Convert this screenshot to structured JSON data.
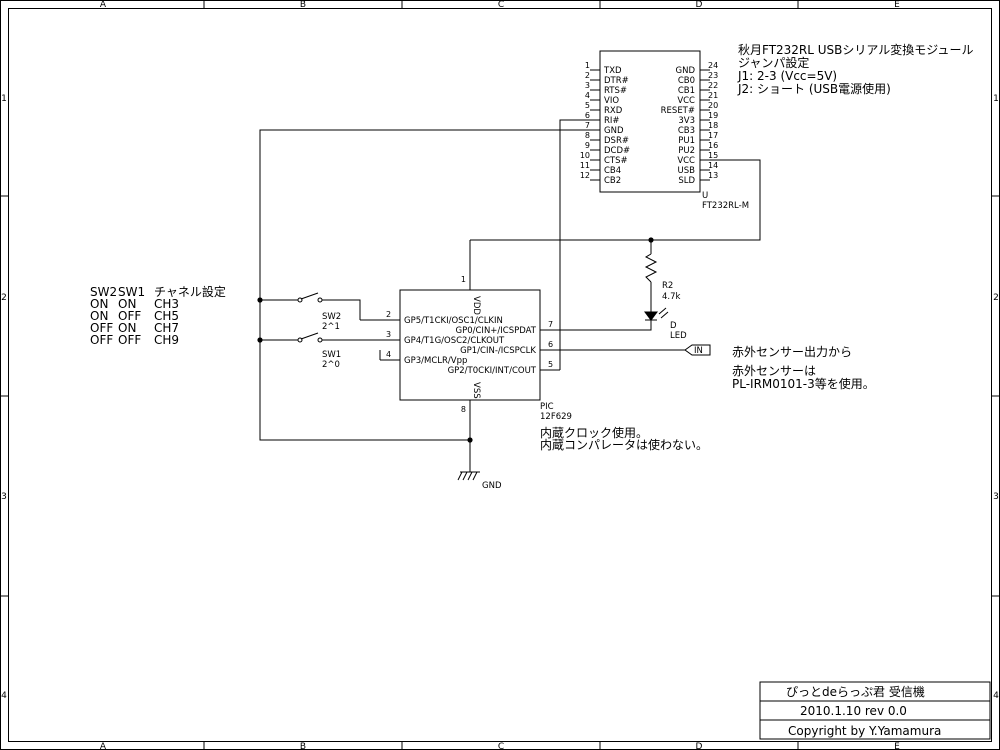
{
  "grid": {
    "columns": [
      "A",
      "B",
      "C",
      "D",
      "E"
    ],
    "rows": [
      "1",
      "2",
      "3",
      "4"
    ]
  },
  "ft232": {
    "left_pins": [
      {
        "num": "1",
        "name": "TXD"
      },
      {
        "num": "2",
        "name": "DTR#"
      },
      {
        "num": "3",
        "name": "RTS#"
      },
      {
        "num": "4",
        "name": "VIO"
      },
      {
        "num": "5",
        "name": "RXD"
      },
      {
        "num": "6",
        "name": "RI#"
      },
      {
        "num": "7",
        "name": "GND"
      },
      {
        "num": "8",
        "name": "DSR#"
      },
      {
        "num": "9",
        "name": "DCD#"
      },
      {
        "num": "10",
        "name": "CTS#"
      },
      {
        "num": "11",
        "name": "CB4"
      },
      {
        "num": "12",
        "name": "CB2"
      }
    ],
    "right_pins": [
      {
        "num": "24",
        "name": "GND"
      },
      {
        "num": "23",
        "name": "CB0"
      },
      {
        "num": "22",
        "name": "CB1"
      },
      {
        "num": "21",
        "name": "VCC"
      },
      {
        "num": "20",
        "name": "RESET#"
      },
      {
        "num": "19",
        "name": "3V3"
      },
      {
        "num": "18",
        "name": "CB3"
      },
      {
        "num": "17",
        "name": "PU1"
      },
      {
        "num": "16",
        "name": "PU2"
      },
      {
        "num": "15",
        "name": "VCC"
      },
      {
        "num": "14",
        "name": "USB"
      },
      {
        "num": "13",
        "name": "SLD"
      }
    ],
    "ref": "U",
    "part": "FT232RL-M"
  },
  "ft232_notes": [
    "秋月FT232RL USBシリアル変換モジュール",
    "ジャンパ設定",
    "J1: 2-3 (Vcc=5V)",
    "J2: ショート (USB電源使用)"
  ],
  "pic": {
    "vdd_label": "VDD",
    "vdd_pin": "1",
    "vss_label": "VSS",
    "vss_pin": "8",
    "left_pins": [
      {
        "num": "2",
        "name": "GP5/T1CKI/OSC1/CLKIN"
      },
      {
        "num": "3",
        "name": "GP4/T1G/OSC2/CLKOUT"
      },
      {
        "num": "4",
        "name": "GP3/MCLR/Vpp"
      }
    ],
    "right_pins": [
      {
        "num": "7",
        "name": "GP0/CIN+/ICSPDAT"
      },
      {
        "num": "6",
        "name": "GP1/CIN-/ICSPCLK"
      },
      {
        "num": "5",
        "name": "GP2/T0CKI/INT/COUT"
      }
    ],
    "ref": "PIC",
    "part": "12F629"
  },
  "pic_notes": [
    "内蔵クロック使用。",
    "内蔵コンパレータは使わない。"
  ],
  "r2": {
    "ref": "R2",
    "value": "4.7k"
  },
  "led": {
    "ref": "D",
    "value": "LED"
  },
  "sw2": {
    "ref": "SW2",
    "value": "2^1"
  },
  "sw1": {
    "ref": "SW1",
    "value": "2^0"
  },
  "gnd_label": "GND",
  "in_port": "IN",
  "sensor_notes": [
    "赤外センサー出力から",
    "赤外センサーは",
    "PL-IRM0101-3等を使用。"
  ],
  "channel_table": {
    "header": [
      "SW2",
      "SW1",
      "チャネル設定"
    ],
    "rows": [
      [
        "ON",
        "ON",
        "CH3"
      ],
      [
        "ON",
        "OFF",
        "CH5"
      ],
      [
        "OFF",
        "ON",
        "CH7"
      ],
      [
        "OFF",
        "OFF",
        "CH9"
      ]
    ]
  },
  "title_block": {
    "title": "ぴっとdeらっぷ君  受信機",
    "date_rev": "2010.1.10   rev 0.0",
    "copyright": "Copyright by Y.Yamamura"
  }
}
